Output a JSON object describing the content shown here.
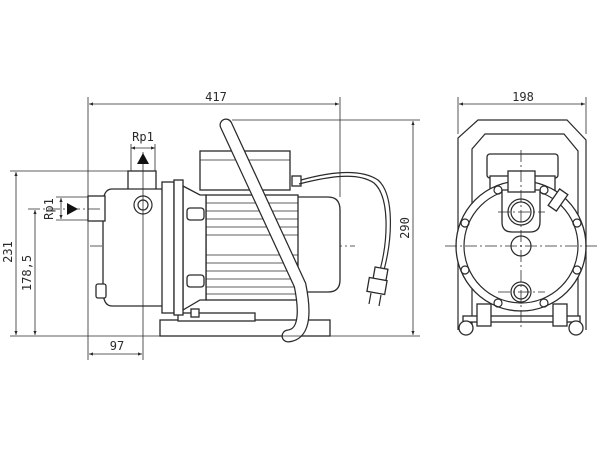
{
  "drawing": {
    "side_view": {
      "overall_length": "417",
      "overall_height_handle": "290",
      "outlet_height": "231",
      "inlet_height": "178,5",
      "outlet_offset": "97",
      "outlet_thread": "Rp1",
      "inlet_thread": "Rp1"
    },
    "front_view": {
      "overall_width": "198"
    }
  }
}
